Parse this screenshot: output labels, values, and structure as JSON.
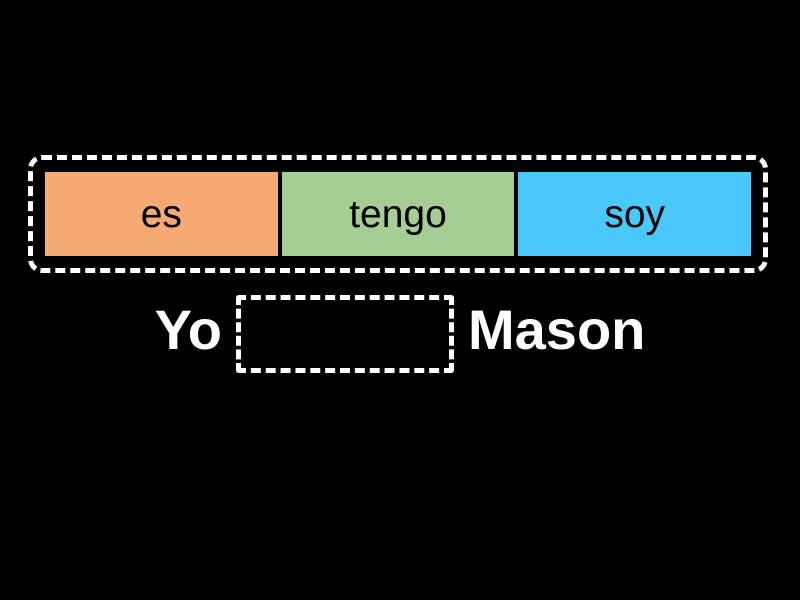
{
  "background_color": "#000000",
  "word_bank": {
    "name": "word-bank-tray",
    "border_style": "dashed",
    "border_color": "#ffffff",
    "tiles": [
      {
        "label": "es",
        "color": "#f5a973",
        "text_color": "#000000"
      },
      {
        "label": "tengo",
        "color": "#a6ce94",
        "text_color": "#000000"
      },
      {
        "label": "soy",
        "color": "#4ac8f9",
        "text_color": "#000000"
      }
    ]
  },
  "sentence": {
    "before": "Yo",
    "blank": {
      "value": "",
      "placeholder": "",
      "border_style": "dashed",
      "border_color": "#ffffff"
    },
    "after": "Mason",
    "text_color": "#ffffff"
  }
}
